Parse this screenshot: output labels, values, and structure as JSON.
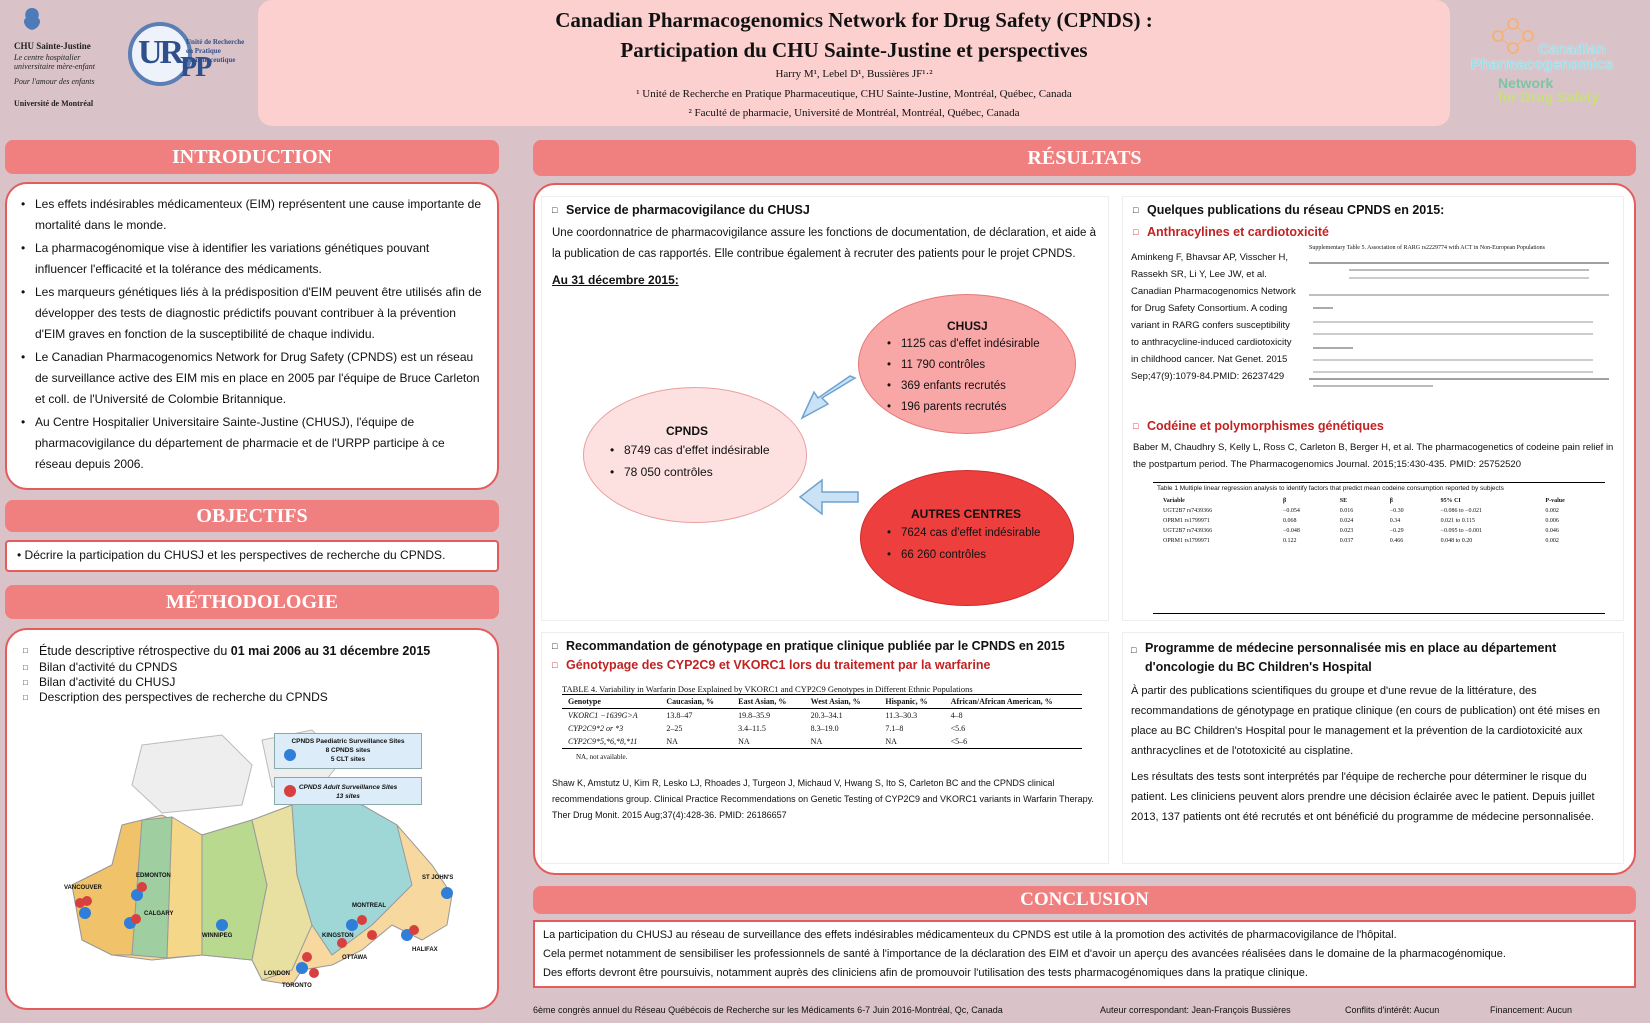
{
  "header": {
    "title_line1": "Canadian Pharmacogenomics Network for Drug Safety (CPNDS) :",
    "title_line2": "Participation du CHU Sainte-Justine et perspectives",
    "authors": "Harry M¹, Lebel D¹, Bussières JF¹·²",
    "affiliation1": "¹ Unité de Recherche en Pratique Pharmaceutique, CHU Sainte-Justine, Montréal, Québec, Canada",
    "affiliation2": "² Faculté de pharmacie, Université de Montréal, Montréal, Québec, Canada"
  },
  "logos": {
    "chu_name": "CHU Sainte-Justine",
    "chu_tagline1": "Le centre hospitalier",
    "chu_tagline2": "universitaire mère-enfant",
    "chu_tagline3": "Pour l'amour des enfants",
    "udem": "Université de Montréal",
    "urpp_ur": "UR",
    "urpp_pp": "PP",
    "urpp_text": "Unité de Recherche en Pratique Pharmaceutique",
    "cpnds_line1": "Canadian",
    "cpnds_line2": "Pharmacogenomics",
    "cpnds_line3": "Network",
    "cpnds_line4": "for Drug Safety"
  },
  "introduction": {
    "heading": "INTRODUCTION",
    "items": [
      "Les effets indésirables médicamenteux (EIM) représentent une cause importante de mortalité dans le monde.",
      "La pharmacogénomique vise à identifier les variations génétiques pouvant influencer l'efficacité et la tolérance des médicaments.",
      "Les marqueurs génétiques liés à la prédisposition d'EIM peuvent être utilisés afin de développer des tests de diagnostic prédictifs pouvant contribuer à la prévention d'EIM graves en fonction de la susceptibilité de chaque individu.",
      "Le Canadian Pharmacogenomics Network for Drug Safety (CPNDS) est un réseau de surveillance active des EIM mis en place en 2005 par l'équipe de Bruce Carleton et coll. de l'Université de Colombie Britannique.",
      "Au Centre Hospitalier Universitaire Sainte-Justine (CHUSJ), l'équipe de pharmacovigilance du département de pharmacie et de l'URPP participe à ce réseau depuis 2006."
    ]
  },
  "objectifs": {
    "heading": "OBJECTIFS",
    "text": "Décrire la participation du CHUSJ et les perspectives de recherche du CPNDS."
  },
  "methodologie": {
    "heading": "MÉTHODOLOGIE",
    "item1_pre": "Étude descriptive rétrospective du ",
    "item1_bold": "01 mai 2006 au 31 décembre 2015",
    "items": [
      "Bilan d'activité du CPNDS",
      "Bilan d'activité du CHUSJ",
      "Description des perspectives de recherche du CPNDS"
    ],
    "map": {
      "legend_paediatric_title": "CPNDS Paediatric Surveillance Sites",
      "legend_paediatric_sites": "8 CPNDS sites",
      "legend_paediatric_sites2": "5 CLT sites",
      "legend_adult_title": "CPNDS Adult Surveillance Sites",
      "legend_adult_sites": "13 sites",
      "labels": [
        "VANCOUVER",
        "EDMONTON",
        "CALGARY",
        "WINNIPEG",
        "MONTREAL",
        "ST JOHN'S",
        "KINGSTON",
        "OTTAWA",
        "HALIFAX",
        "LONDON",
        "TORONTO"
      ],
      "colors": {
        "blue_dot": "#2f7fd8",
        "red_dot": "#d84040"
      }
    }
  },
  "resultats": {
    "heading": "RÉSULTATS",
    "pharmaco": {
      "title": "Service de pharmacovigilance du CHUSJ",
      "text": "Une coordonnatrice  de pharmacovigilance assure les fonctions de documentation, de déclaration, et aide à la publication de cas rapportés. Elle contribue également à recruter des patients pour le projet CPNDS.",
      "date_label": "Au 31 décembre 2015:",
      "cpnds": {
        "title": "CPNDS",
        "items": [
          "8749 cas d'effet indésirable",
          "78 050 contrôles"
        ]
      },
      "chusj": {
        "title": "CHUSJ",
        "items": [
          "1125 cas d'effet indésirable",
          "11 790 contrôles",
          "369 enfants recrutés",
          "196 parents recrutés"
        ]
      },
      "autres": {
        "title": "AUTRES CENTRES",
        "items": [
          "7624 cas d'effet indésirable",
          "66 260 contrôles"
        ]
      }
    },
    "publications": {
      "title": "Quelques publications du réseau CPNDS en 2015:",
      "anthra_title": "Anthracylines et cardiotoxicité",
      "anthra_ref": "Aminkeng F, Bhavsar AP, Visscher H, Rassekh SR, Li Y, Lee JW, et al. Canadian Pharmacogenomics Network for Drug Safety Consortium. A coding variant in RARG confers susceptibility to anthracycline-induced cardiotoxicity in childhood cancer. Nat Genet. 2015 Sep;47(9):1079-84.PMID: 26237429",
      "anthra_table_caption": "Supplementary Table 5. Association of RARG rs2229774 with ACT in Non-European Populations",
      "codeine_title": "Codéine et polymorphismes génétiques",
      "codeine_ref": "Baber M, Chaudhry S, Kelly L, Ross C, Carleton B, Berger H, et al. The pharmacogenetics of codeine pain relief in the postpartum period. The Pharmacogenomics Journal. 2015;15:430-435. PMID: 25752520",
      "codeine_table_caption": "Table 1   Multiple linear regression analysis to identify factors that predict mean codeine consumption reported by subjects",
      "codeine_table_headers": [
        "Variable",
        "β",
        "SE",
        "β",
        "95% CI",
        "P-value"
      ],
      "codeine_table_rows": [
        [
          "UGT2B7 rs7439366",
          "−0.054",
          "0.016",
          "−0.30",
          "−0.086 to −0.021",
          "0.002"
        ],
        [
          "OPRM1 rs1799971",
          "0.068",
          "0.024",
          "0.34",
          "0.021 to 0.115",
          "0.006"
        ],
        [
          "UGT2B7 rs7439366",
          "−0.048",
          "0.023",
          "−0.29",
          "−0.095 to −0.001",
          "0.046"
        ],
        [
          "OPRM1 rs1799971",
          "0.122",
          "0.037",
          "0.466",
          "0.048 to 0.20",
          "0.002"
        ]
      ]
    },
    "genotypage": {
      "title": "Recommandation de génotypage en pratique clinique publiée par le CPNDS en 2015",
      "subtitle": "Génotypage des CYP2C9 et VKORC1 lors du traitement par la warfarine",
      "table_caption": "TABLE 4.  Variability in Warfarin Dose Explained by VKORC1 and CYP2C9 Genotypes in Different Ethnic Populations",
      "table_headers": [
        "Genotype",
        "Caucasian, %",
        "East Asian, %",
        "West Asian, %",
        "Hispanic, %",
        "African/African American, %"
      ],
      "table_rows": [
        [
          "VKORC1 −1639G>A",
          "13.8–47",
          "19.8–35.9",
          "20.3–34.1",
          "11.3–30.3",
          "4–8"
        ],
        [
          "CYP2C9*2 or *3",
          "2–25",
          "3.4–11.5",
          "8.3–19.0",
          "7.1–8",
          "<5.6"
        ],
        [
          "CYP2C9*5,*6,*8,*11",
          "NA",
          "NA",
          "NA",
          "NA",
          "<5–6"
        ]
      ],
      "table_note": "NA, not available.",
      "ref": "Shaw K, Amstutz U, Kim R, Lesko LJ, Rhoades J, Turgeon J, Michaud V, Hwang S, Ito S, Carleton BC and the CPNDS clinical recommendations group. Clinical Practice Recommendations on Genetic Testing of CYP2C9 and VKORC1 variants in Warfarin Therapy. Ther Drug Monit. 2015 Aug;37(4):428-36.  PMID: 26186657"
    },
    "programme": {
      "title": "Programme de médecine personnalisée mis en place au département d'oncologie du BC Children's Hospital",
      "text1": "À partir des publications scientifiques du groupe et d'une revue de la littérature, des recommandations de génotypage en pratique clinique (en cours de publication) ont été mises en place au BC Children's Hospital pour le management et la prévention de la cardiotoxicité aux anthracyclines et de l'ototoxicité au cisplatine.",
      "text2": "Les résultats des tests sont interprétés par l'équipe de recherche pour déterminer le risque du patient. Les cliniciens peuvent alors prendre une décision éclairée avec le patient. Depuis juillet 2013, 137 patients ont été recrutés et ont bénéficié du programme de médecine personnalisée."
    }
  },
  "conclusion": {
    "heading": "CONCLUSION",
    "lines": [
      "La participation du CHUSJ au réseau de surveillance des effets indésirables médicamenteux du CPNDS est utile à la promotion des activités de pharmacovigilance de l'hôpital.",
      "Cela permet notamment de sensibiliser les professionnels de santé à l'importance de la déclaration des EIM et d'avoir un aperçu des avancées réalisées dans le domaine de la pharmacogénomique.",
      "Des efforts devront être poursuivis, notamment auprès des cliniciens afin de promouvoir l'utilisation des tests pharmacogénomiques dans la pratique clinique."
    ]
  },
  "footer": {
    "congress": "6ème congrès annuel du Réseau Québécois de Recherche sur les Médicaments 6-7 Juin 2016-Montréal, Qc, Canada",
    "author": "Auteur correspondant: Jean-François Bussières",
    "conflicts": "Conflits d'intérêt: Aucun",
    "funding": "Financement: Aucun"
  },
  "colors": {
    "accent": "#f07f7f",
    "border": "#e35b5b",
    "background": "#d9c3c8",
    "header_bg": "#fbd0cf"
  }
}
